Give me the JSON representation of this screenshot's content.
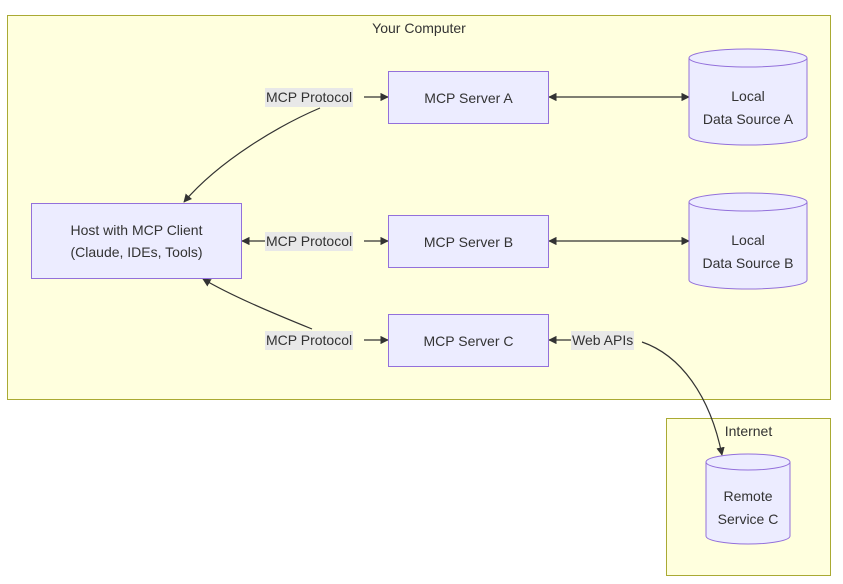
{
  "colors": {
    "group_fill": "#ffffde",
    "group_border": "#aaaa33",
    "node_fill": "#ececff",
    "node_border": "#9370db",
    "edge": "#333333",
    "edge_label_bg": "#e8e8e8"
  },
  "groups": {
    "computer": {
      "title": "Your Computer"
    },
    "internet": {
      "title": "Internet"
    }
  },
  "nodes": {
    "host": {
      "line1": "Host with MCP Client",
      "line2": "(Claude, IDEs, Tools)"
    },
    "server_a": {
      "label": "MCP Server A"
    },
    "server_b": {
      "label": "MCP Server B"
    },
    "server_c": {
      "label": "MCP Server C"
    },
    "source_a": {
      "line1": "Local",
      "line2": "Data Source A"
    },
    "source_b": {
      "line1": "Local",
      "line2": "Data Source B"
    },
    "remote_c": {
      "line1": "Remote",
      "line2": "Service C"
    }
  },
  "edges": {
    "host_server_a": "MCP Protocol",
    "host_server_b": "MCP Protocol",
    "host_server_c": "MCP Protocol",
    "server_c_remote": "Web APIs"
  }
}
